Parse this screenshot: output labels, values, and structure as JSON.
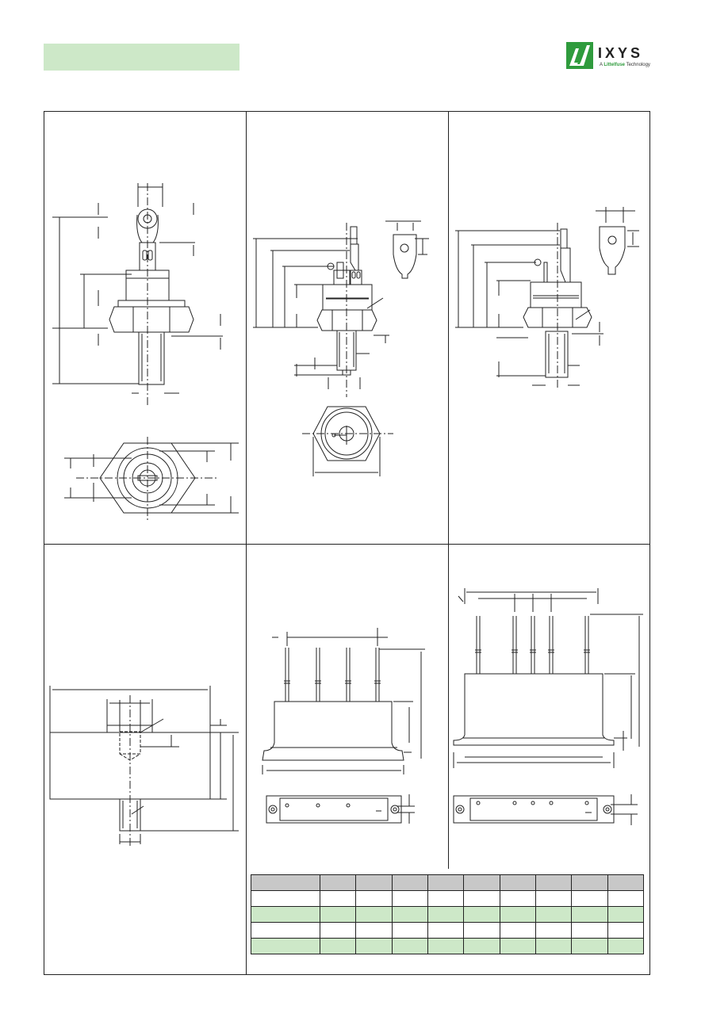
{
  "header": {
    "title_bar_color": "#cde8c8",
    "brand": {
      "name": "IXYS",
      "tagline_prefix": "A ",
      "tagline_brand": "Littelfuse",
      "tagline_suffix": " Technology",
      "accent_color": "#2f9b3d"
    }
  },
  "table": {
    "header_color": "#c8c8c8",
    "highlight_color": "#cde8c8",
    "rows": [
      {
        "style": "head",
        "cells": [
          "",
          "",
          "",
          "",
          "",
          "",
          "",
          "",
          "",
          ""
        ]
      },
      {
        "style": "plain",
        "cells": [
          "",
          "",
          "",
          "",
          "",
          "",
          "",
          "",
          "",
          ""
        ]
      },
      {
        "style": "green",
        "cells": [
          "",
          "",
          "",
          "",
          "",
          "",
          "",
          "",
          "",
          ""
        ]
      },
      {
        "style": "plain",
        "cells": [
          "",
          "",
          "",
          "",
          "",
          "",
          "",
          "",
          "",
          ""
        ]
      },
      {
        "style": "green",
        "cells": [
          "",
          "",
          "",
          "",
          "",
          "",
          "",
          "",
          "",
          ""
        ]
      }
    ]
  }
}
